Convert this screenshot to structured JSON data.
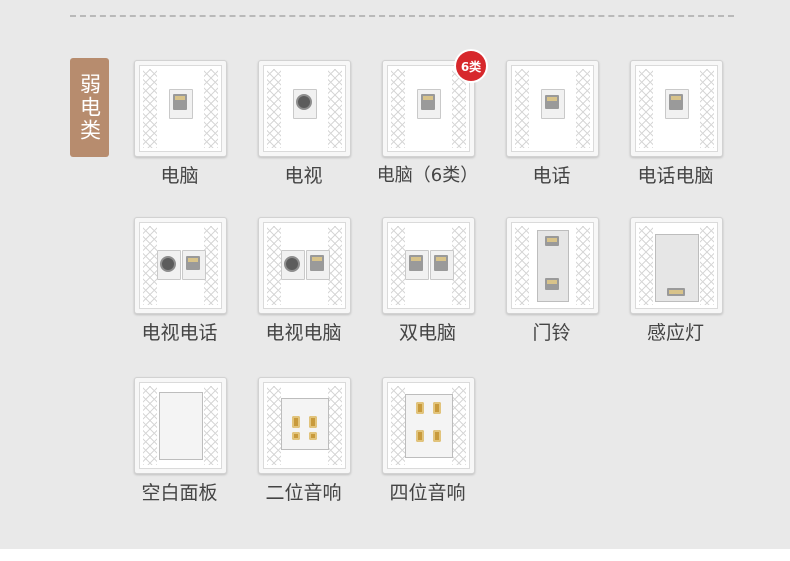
{
  "category_label": "弱电类",
  "badge": "6类",
  "items": [
    {
      "label": "电脑"
    },
    {
      "label": "电视"
    },
    {
      "label": "电脑（6类）"
    },
    {
      "label": "电话"
    },
    {
      "label": "电话电脑"
    },
    {
      "label": "电视电话"
    },
    {
      "label": "电视电脑"
    },
    {
      "label": "双电脑"
    },
    {
      "label": "门铃"
    },
    {
      "label": "感应灯"
    },
    {
      "label": "空白面板"
    },
    {
      "label": "二位音响"
    },
    {
      "label": "四位音响"
    }
  ]
}
